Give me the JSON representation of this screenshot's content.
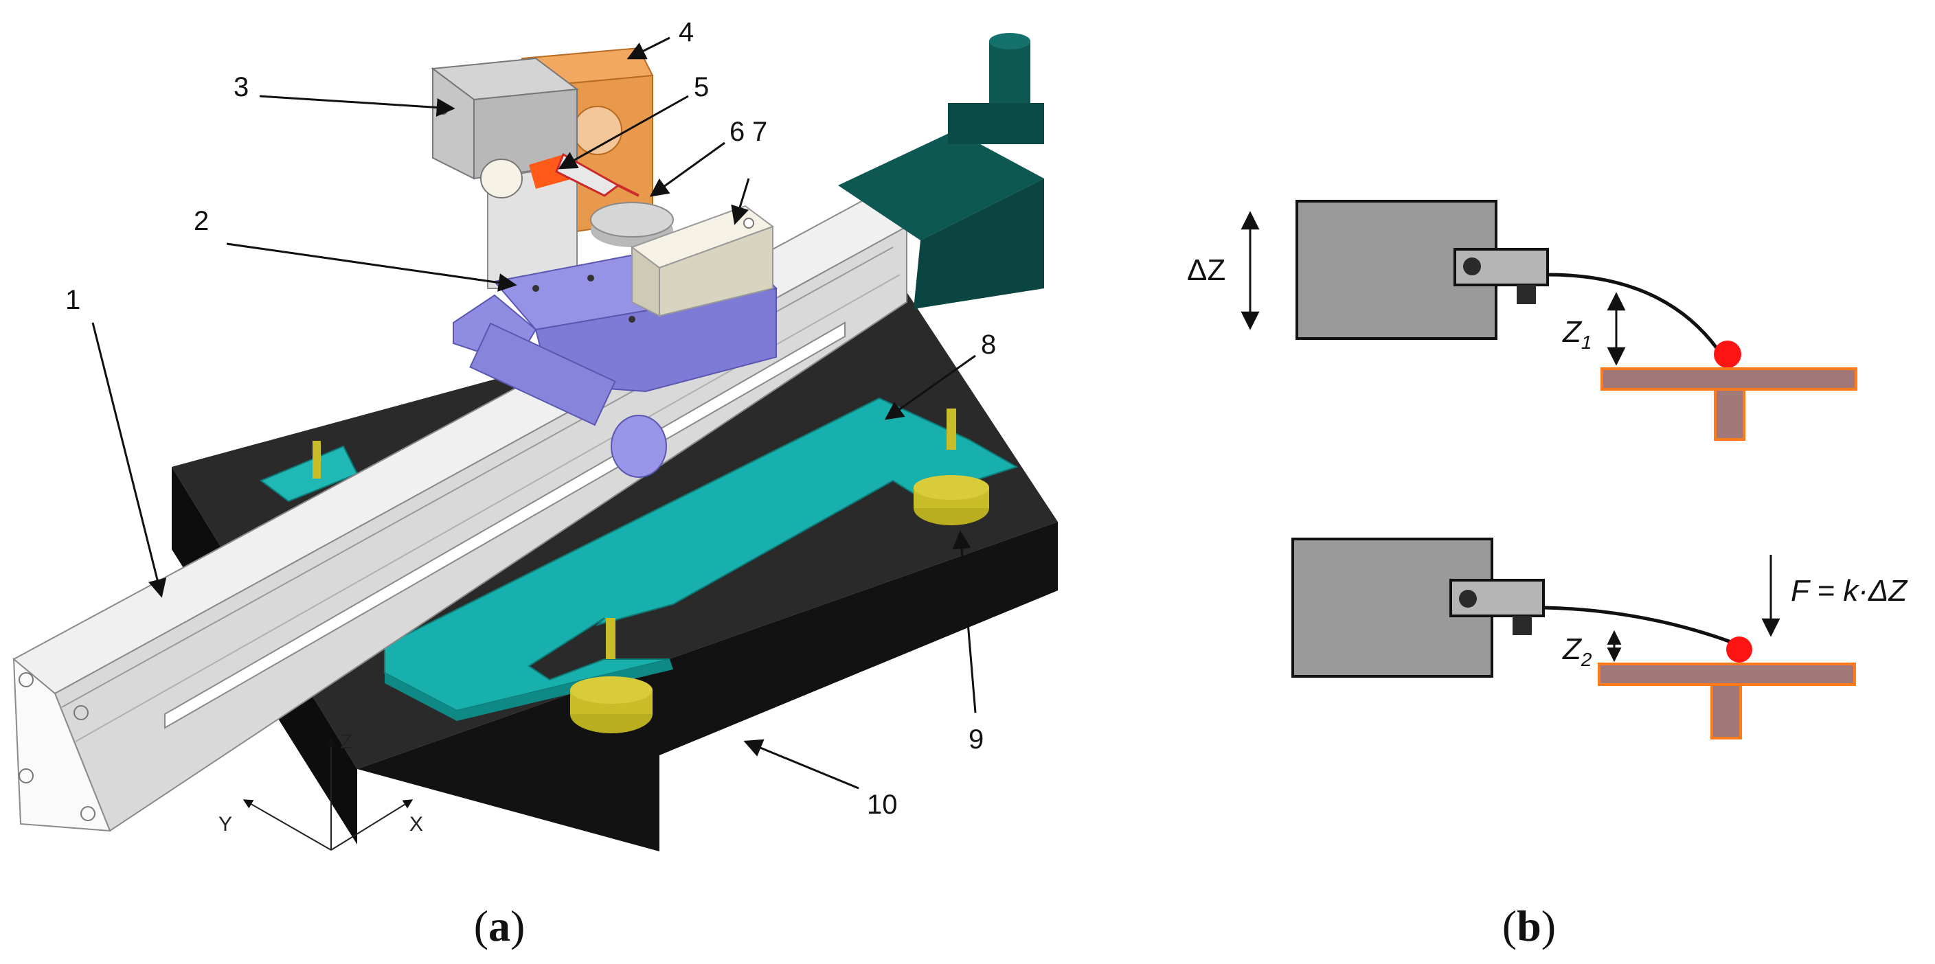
{
  "panel_a": {
    "caption": {
      "open": "(",
      "letter": "a",
      "close": ")"
    },
    "callouts": [
      "1",
      "2",
      "3",
      "4",
      "5",
      "6",
      "7",
      "8",
      "9",
      "10"
    ],
    "axes": {
      "z": "Z",
      "y": "Y",
      "x": "X"
    }
  },
  "panel_b": {
    "caption": {
      "open": "(",
      "letter": "b",
      "close": ")"
    },
    "delta_z": "ΔZ",
    "z1": {
      "base": "Z",
      "sub": "1"
    },
    "z2": {
      "base": "Z",
      "sub": "2"
    },
    "force": "F = k·ΔZ"
  },
  "colors": {
    "rail": "#e8e8e8",
    "stage": "#9a97e8",
    "plate": "#19b3b3",
    "base": "#1e1e1e",
    "motor": "#0d5450",
    "heater": "#e8994c",
    "block": "#bdbdbd",
    "sample_box": "#eeeadc",
    "feet": "#b9ad20",
    "holder": "#9a9a9a",
    "target": "#a07878",
    "target_edge": "#ff7a1a",
    "ball": "#ff1010"
  }
}
